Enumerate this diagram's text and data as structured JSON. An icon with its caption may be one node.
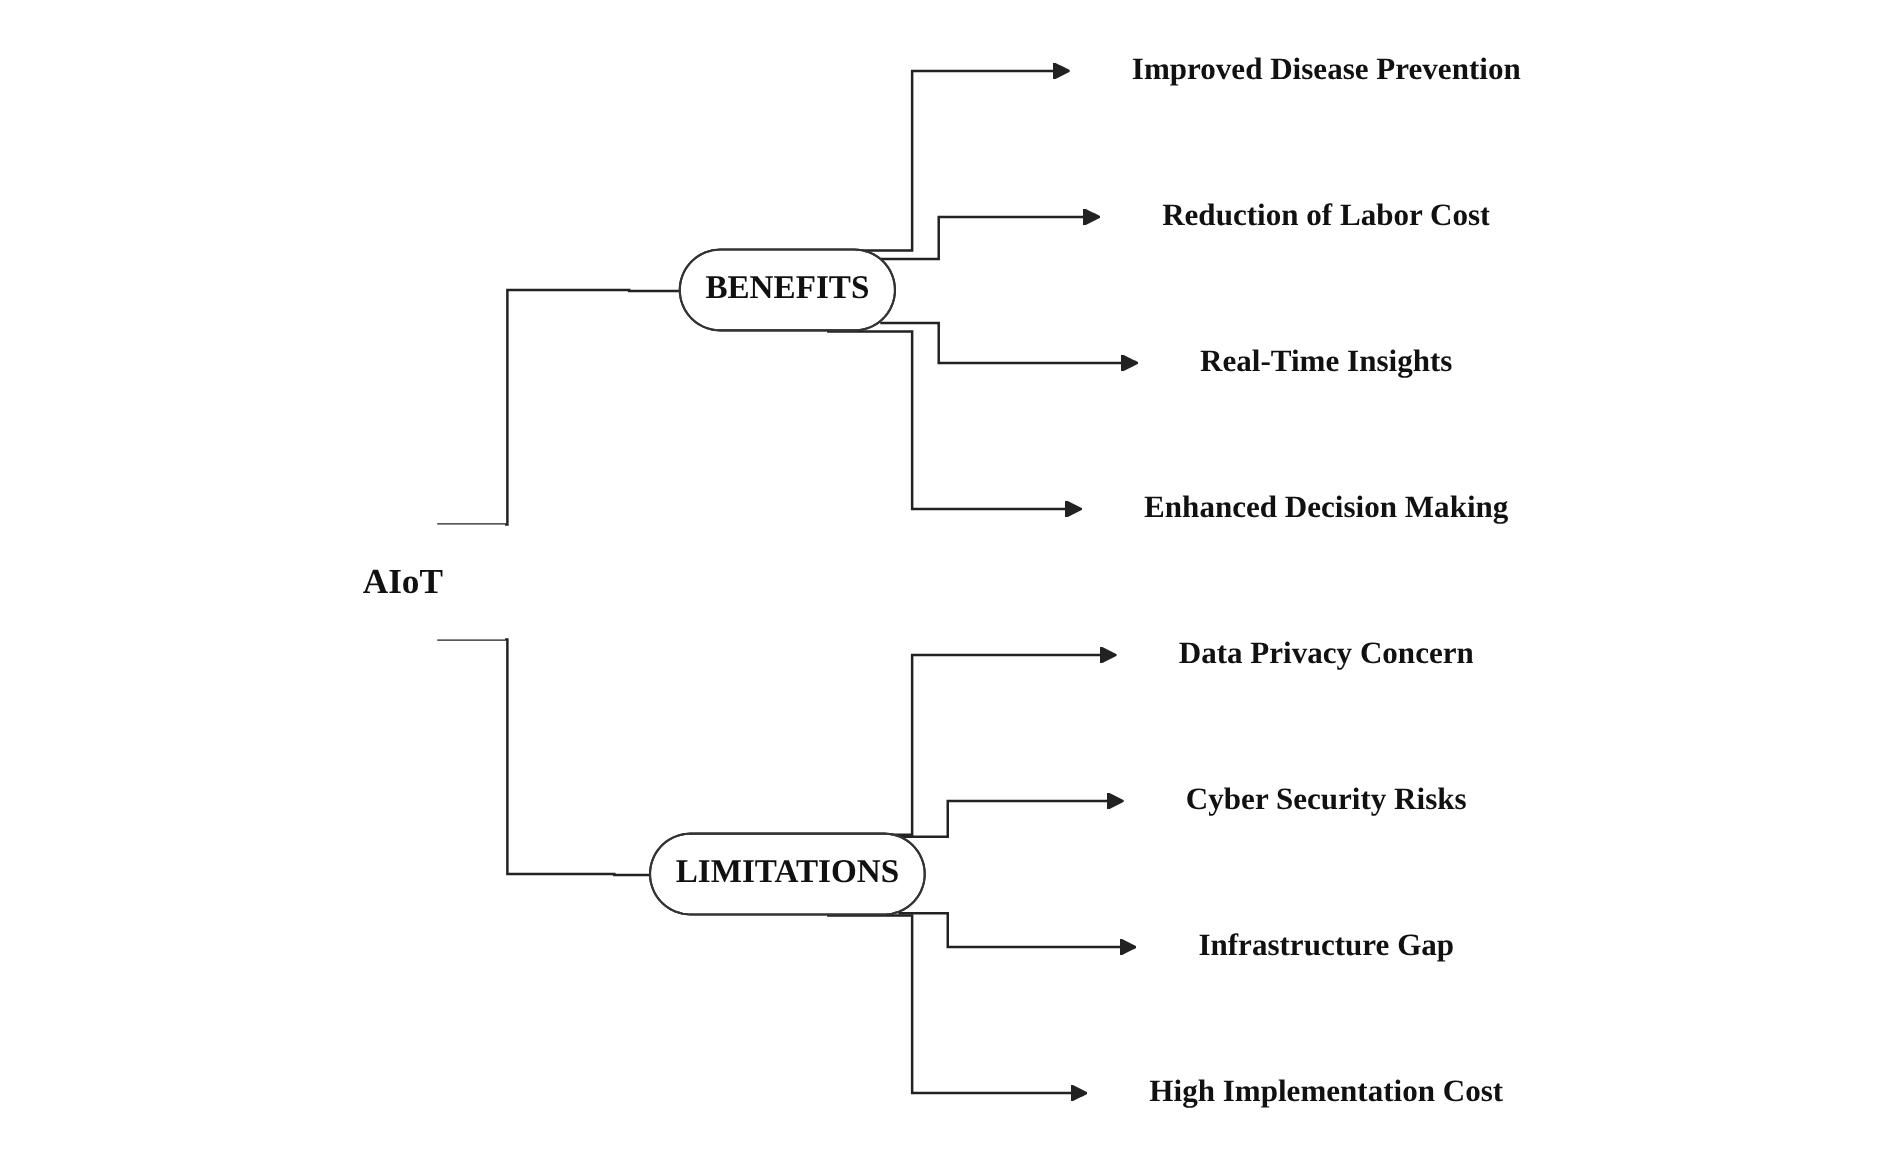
{
  "diagram": {
    "nodes": [
      {
        "text": [
          "AIoT"
        ]
      },
      {
        "text": [
          "BENEFITS"
        ]
      },
      {
        "text": [
          "LIMITATIONS"
        ]
      },
      {
        "text": [
          "Improved Disease Prevention"
        ]
      },
      {
        "text": [
          "Reduction of Labor Cost"
        ]
      },
      {
        "text": [
          "Real-Time Insights"
        ]
      },
      {
        "text": [
          "Enhanced Decision Making"
        ]
      },
      {
        "text": [
          "Data Privacy Concern"
        ]
      },
      {
        "text": [
          "Cyber Security Risks"
        ]
      },
      {
        "text": [
          "Infrastructure Gap"
        ]
      },
      {
        "text": [
          "High Implementation Cost"
        ]
      }
    ],
    "edges": [
      {
        "from": 0,
        "to": 1,
        "arrow": "none"
      },
      {
        "from": 0,
        "to": 2,
        "arrow": "none"
      },
      {
        "from": 1,
        "to": 3,
        "arrow": "to"
      },
      {
        "from": 1,
        "to": 4,
        "arrow": "to"
      },
      {
        "from": 1,
        "to": 5,
        "arrow": "to"
      },
      {
        "from": 1,
        "to": 6,
        "arrow": "to"
      },
      {
        "from": 2,
        "to": 7,
        "arrow": "to"
      },
      {
        "from": 2,
        "to": 8,
        "arrow": "to"
      },
      {
        "from": 2,
        "to": 9,
        "arrow": "to"
      },
      {
        "from": 2,
        "to": 10,
        "arrow": "to"
      }
    ]
  }
}
